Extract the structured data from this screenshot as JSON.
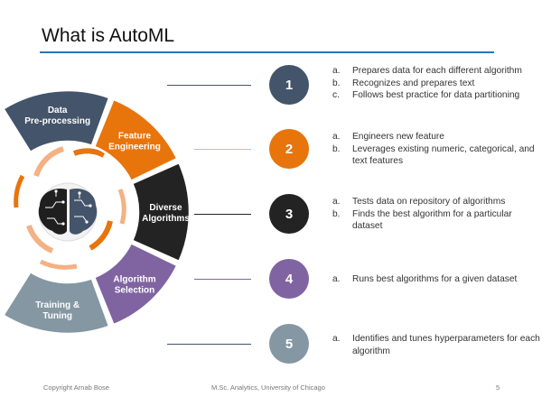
{
  "title": "What is AutoML",
  "colors": {
    "slate": "#44546a",
    "orange": "#e8740c",
    "dark": "#232323",
    "purple": "#8064a2",
    "gray": "#8497a3",
    "rule": "#2e74b5",
    "peach": "#f4b183"
  },
  "segments": [
    {
      "lines": [
        "Data",
        "Pre-processing"
      ],
      "icon": "data-icon"
    },
    {
      "lines": [
        "Feature",
        "Engineering"
      ],
      "icon": "feature-icon"
    },
    {
      "lines": [
        "Diverse",
        "Algorithms"
      ],
      "icon": "algorithm-icon"
    },
    {
      "lines": [
        "Algorithm",
        "Selection"
      ],
      "icon": "selection-icon"
    },
    {
      "lines": [
        "Training &",
        "Tuning"
      ],
      "icon": "tuning-icon"
    }
  ],
  "steps": [
    {
      "number": "1",
      "items": [
        {
          "letter": "a.",
          "text": "Prepares data for each different algorithm"
        },
        {
          "letter": "b.",
          "text": "Recognizes and prepares text"
        },
        {
          "letter": "c.",
          "text": "Follows best practice for data partitioning"
        }
      ]
    },
    {
      "number": "2",
      "items": [
        {
          "letter": "a.",
          "text": "Engineers new feature"
        },
        {
          "letter": "b.",
          "text": "Leverages existing numeric, categorical, and text features"
        }
      ]
    },
    {
      "number": "3",
      "items": [
        {
          "letter": "a.",
          "text": "Tests data on repository of algorithms"
        },
        {
          "letter": "b.",
          "text": "Finds the best algorithm for a particular dataset"
        }
      ]
    },
    {
      "number": "4",
      "items": [
        {
          "letter": "a.",
          "text": "Runs best algorithms for a given dataset"
        }
      ]
    },
    {
      "number": "5",
      "items": [
        {
          "letter": "a.",
          "text": "Identifies and tunes hyperparameters for each algorithm"
        }
      ]
    }
  ],
  "footer": {
    "copyright": "Copyright Arnab Bose",
    "institution": "M.Sc. Analytics, University of Chicago",
    "page": "5"
  }
}
